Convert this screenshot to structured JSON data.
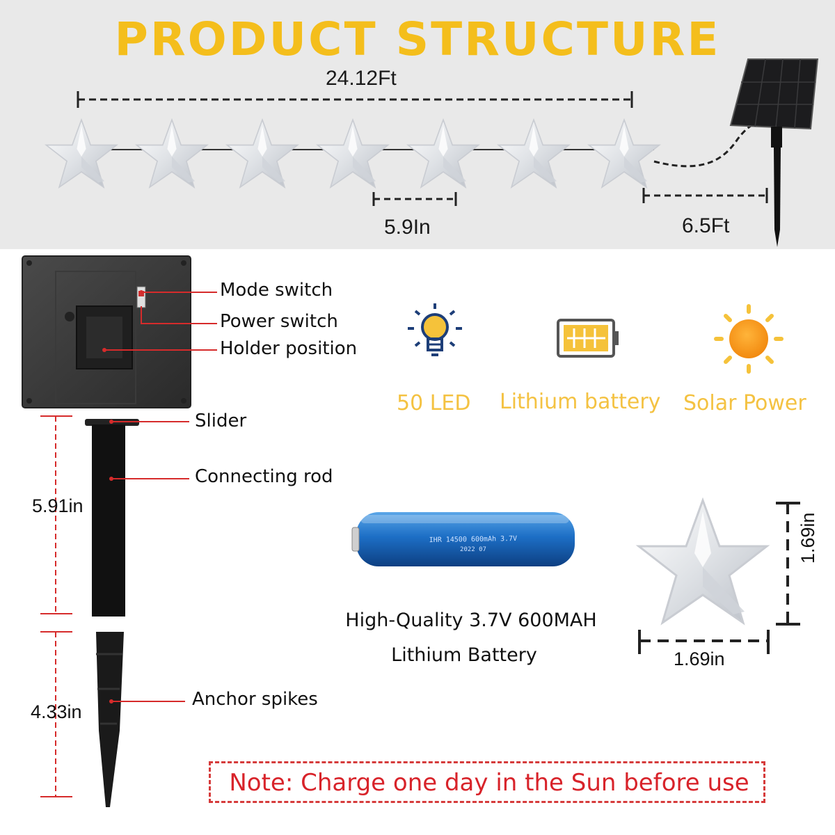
{
  "title": "PRODUCT STRUCTURE",
  "dimensions": {
    "string_length": "24.12Ft",
    "star_spacing": "5.9In",
    "lead_cable": "6.5Ft",
    "rod_length": "5.91in",
    "spike_length": "4.33in",
    "star_width": "1.69in",
    "star_height": "1.69in"
  },
  "panel_labels": {
    "mode_switch": "Mode switch",
    "power_switch": "Power switch",
    "holder_position": "Holder position"
  },
  "stake_labels": {
    "slider": "Slider",
    "connecting_rod": "Connecting rod",
    "anchor_spikes": "Anchor spikes"
  },
  "features": [
    {
      "label": "50 LED",
      "icon": "bulb-icon"
    },
    {
      "label": "Lithium battery",
      "icon": "battery-icon"
    },
    {
      "label": "Solar Power",
      "icon": "sun-icon"
    }
  ],
  "battery": {
    "print": "IHR 14500 600mAh 3.7V",
    "print2": "2022 07",
    "caption_line1": "High-Quality 3.7V 600MAH",
    "caption_line2": "Lithium Battery"
  },
  "note": "Note: Charge one day in the Sun before use",
  "colors": {
    "title": "#f4be1c",
    "feature_text": "#f4c242",
    "note_red": "#d8232a",
    "pointer_red": "#d62b2b"
  }
}
